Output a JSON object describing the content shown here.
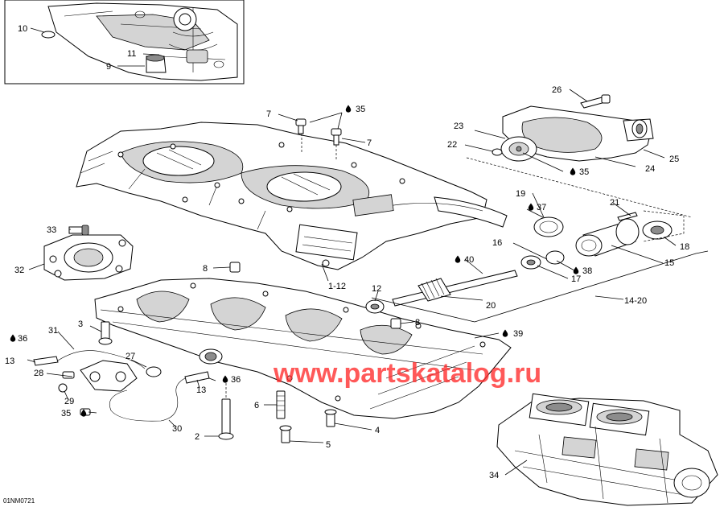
{
  "callouts": {
    "c1_12": "1-12",
    "c2": "2",
    "c3": "3",
    "c4": "4",
    "c5": "5",
    "c6": "6",
    "c7a": "7",
    "c7b": "7",
    "c8a": "8",
    "c8b": "8",
    "c9": "9",
    "c10": "10",
    "c11": "11",
    "c12": "12",
    "c13a": "13",
    "c13b": "13",
    "c14_20": "14-20",
    "c15": "15",
    "c16": "16",
    "c17": "17",
    "c18": "18",
    "c19": "19",
    "c20": "20",
    "c21": "21",
    "c22": "22",
    "c23": "23",
    "c24": "24",
    "c25": "25",
    "c26": "26",
    "c27": "27",
    "c28": "28",
    "c29": "29",
    "c30": "30",
    "c31": "31",
    "c32": "32",
    "c33": "33",
    "c34": "34",
    "c35a": "35",
    "c35b": "35",
    "c35c": "35",
    "c36a": "36",
    "c36b": "36",
    "c37": "37",
    "c38": "38",
    "c39": "39",
    "c40": "40"
  },
  "diagram_code": "01NM0721",
  "watermark": "www.partskatalog.ru",
  "colors": {
    "line": "#000000",
    "watermark": "#ff2a2a",
    "shade": "#d4d4d4"
  },
  "icons": {
    "lubricant": "drop-icon"
  }
}
